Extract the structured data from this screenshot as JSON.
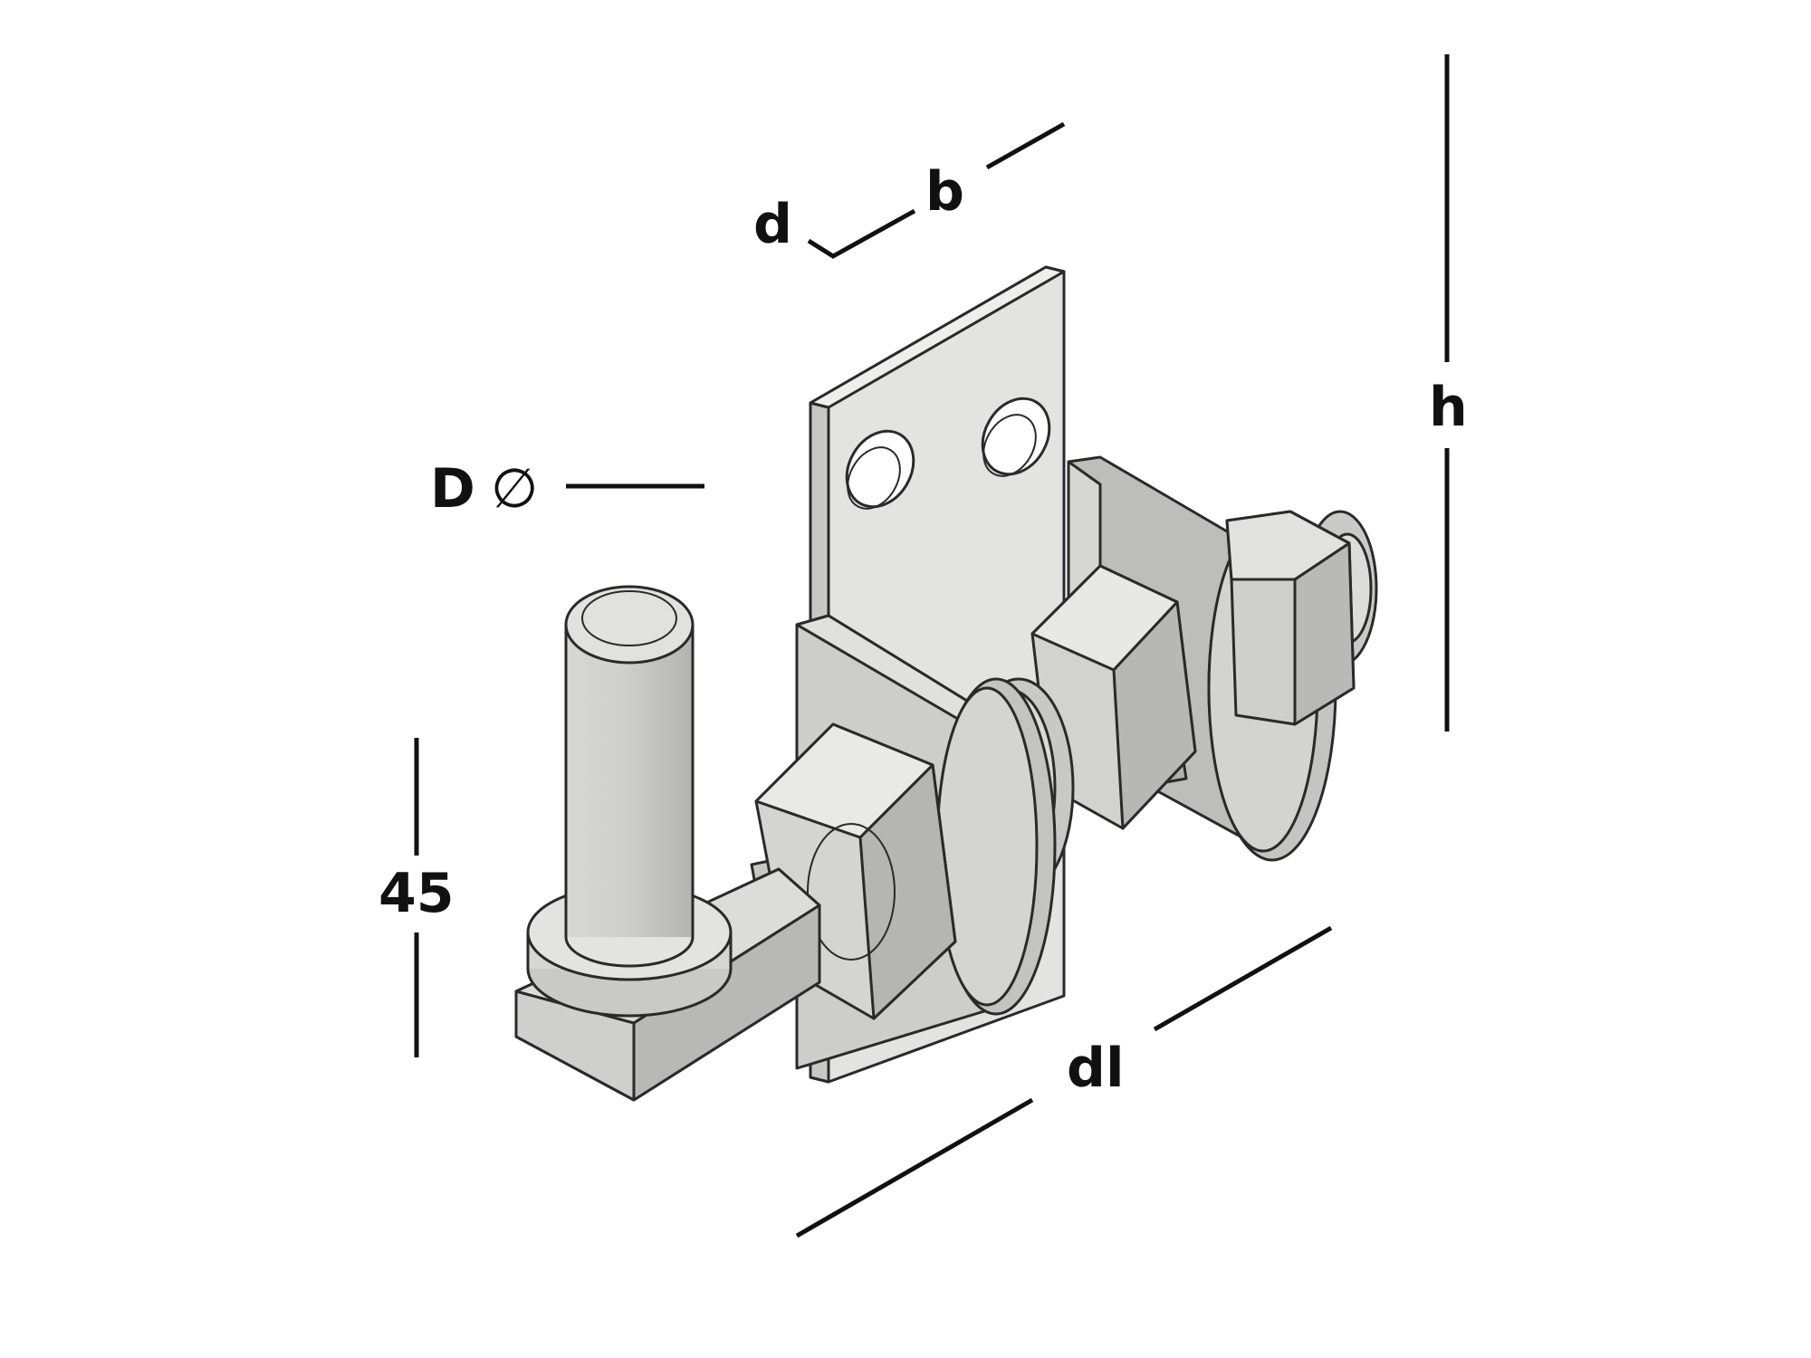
{
  "drawing": {
    "labels": {
      "d": "d",
      "b": "b",
      "h": "h",
      "D": "D",
      "diameter_symbol": "∅",
      "forty_five": "45",
      "dl": "dl"
    },
    "colors": {
      "metal_light": "#e6e7e3",
      "metal_mid": "#c9cac6",
      "metal_dark": "#aeafab",
      "outline": "#2a2a2a",
      "dimension": "#111111"
    }
  }
}
